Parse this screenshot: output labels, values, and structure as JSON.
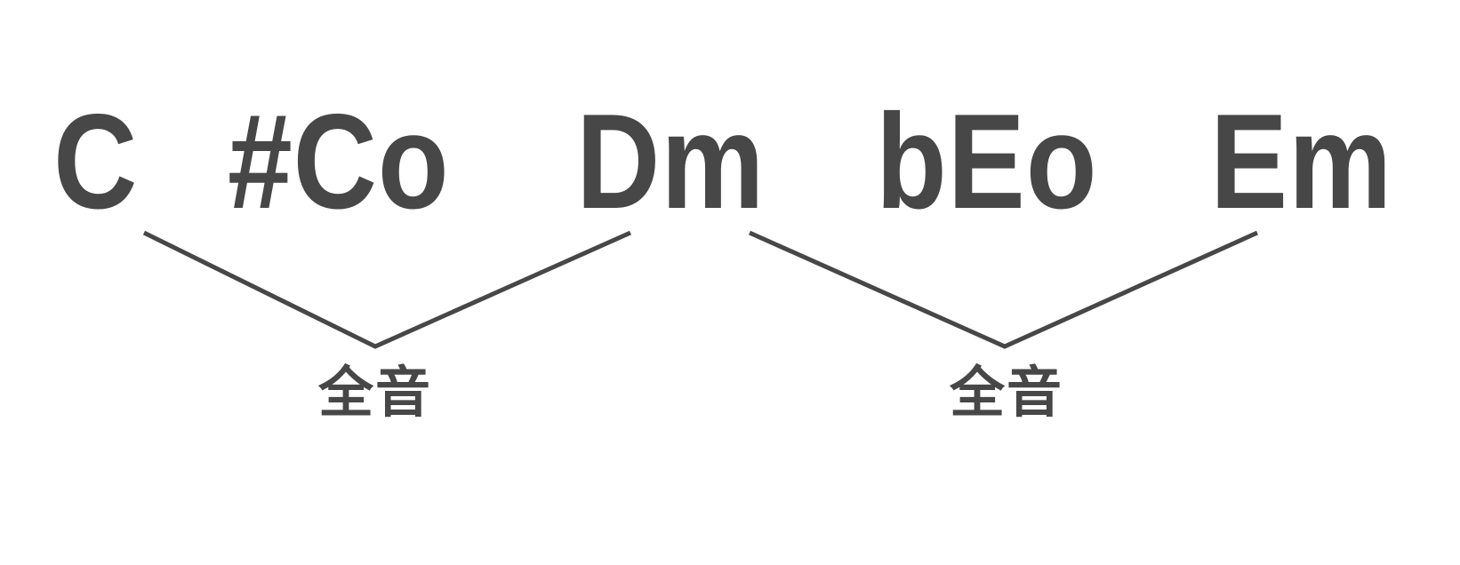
{
  "diagram": {
    "chords": [
      "C",
      "#Co",
      "Dm",
      "bEo",
      "Em"
    ],
    "intervals": [
      {
        "label": "全音",
        "from": "C",
        "to": "Dm"
      },
      {
        "label": "全音",
        "from": "Dm",
        "to": "Em"
      }
    ],
    "colors": {
      "ink": "#474747",
      "background": "#ffffff"
    }
  }
}
